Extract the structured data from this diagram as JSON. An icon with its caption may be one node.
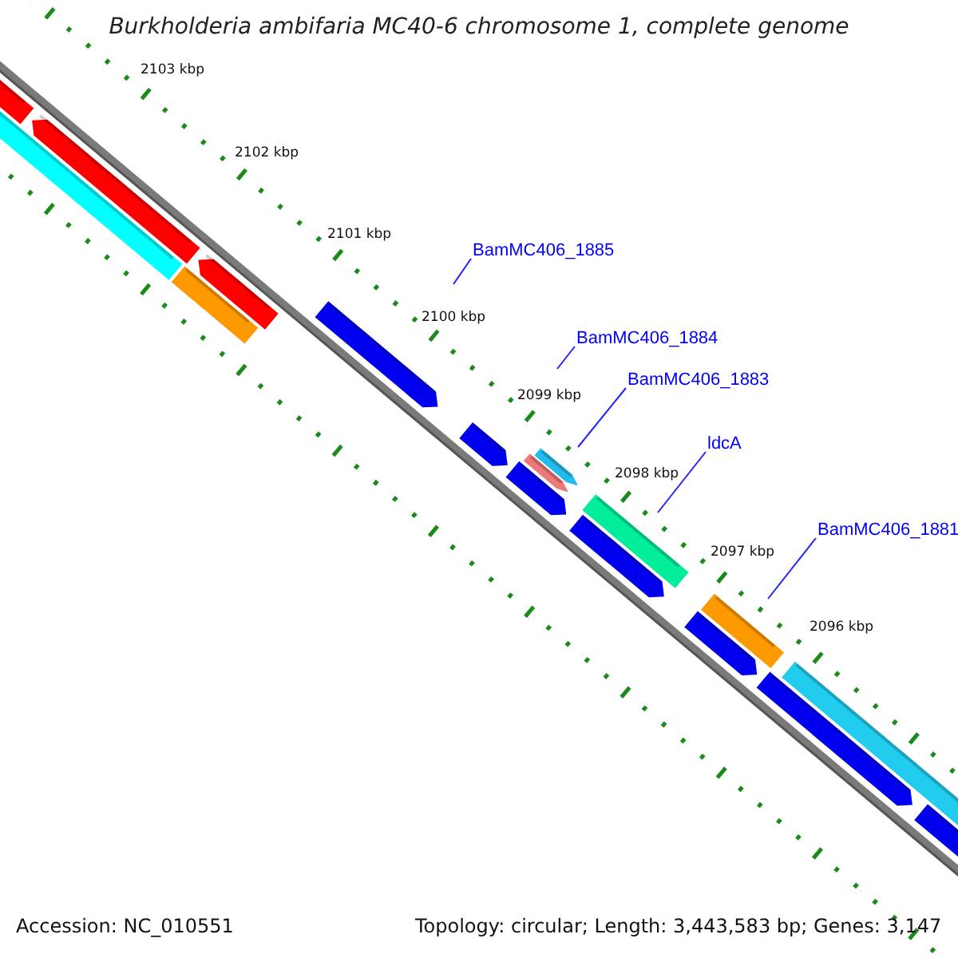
{
  "diagram": {
    "title": "Burkholderia ambifaria MC40-6 chromosome 1, complete genome",
    "nodes": [
      {
        "text": [
          "BamMC406_1885"
        ]
      },
      {
        "text": [
          "BamMC406_1884"
        ]
      },
      {
        "text": [
          "BamMC406_1883"
        ]
      },
      {
        "text": [
          "ldcA"
        ]
      },
      {
        "text": [
          "BamMC406_1881"
        ]
      }
    ],
    "edges": [
      {
        "from": 0,
        "to": null,
        "arrow": "none"
      },
      {
        "from": 1,
        "to": null,
        "arrow": "none"
      },
      {
        "from": 2,
        "to": null,
        "arrow": "none"
      },
      {
        "from": 3,
        "to": null,
        "arrow": "none"
      },
      {
        "from": 4,
        "to": null,
        "arrow": "none"
      }
    ],
    "labels": [
      "2103 kbp",
      "2102 kbp",
      "2101 kbp",
      "2100 kbp",
      "2099 kbp",
      "2098 kbp",
      "2097 kbp",
      "2096 kbp",
      "Accession: NC_010551",
      "Topology: circular; Length: 3,443,583 bp; Genes: 3,147"
    ]
  }
}
